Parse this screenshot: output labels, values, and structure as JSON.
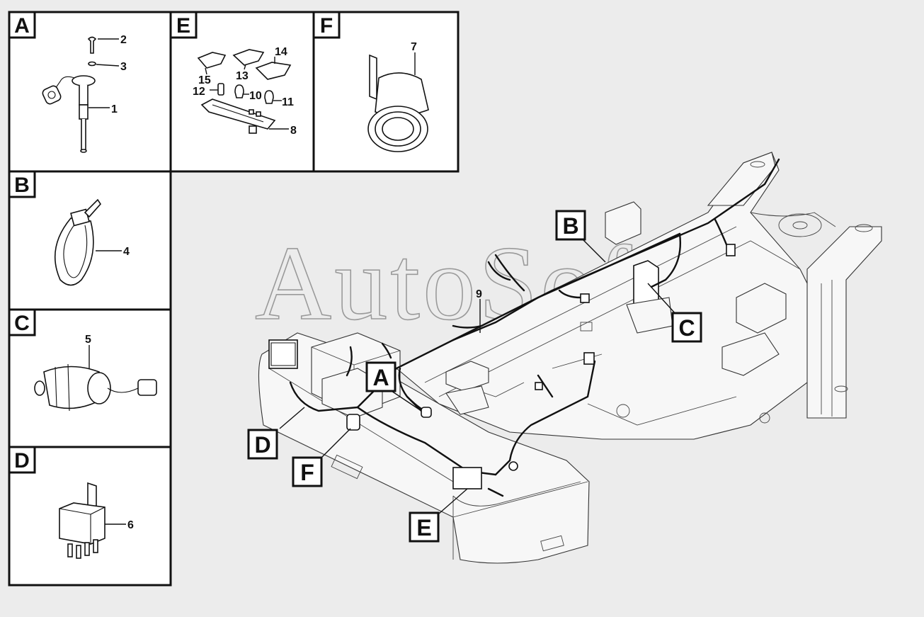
{
  "panels": {
    "A": {
      "label": "A",
      "numbers": [
        "2",
        "3",
        "1"
      ]
    },
    "B": {
      "label": "B",
      "numbers": [
        "4"
      ]
    },
    "C": {
      "label": "C",
      "numbers": [
        "5"
      ]
    },
    "D": {
      "label": "D",
      "numbers": [
        "6"
      ]
    },
    "E": {
      "label": "E",
      "numbers": [
        "14",
        "15",
        "13",
        "12",
        "10",
        "11",
        "8"
      ]
    },
    "F": {
      "label": "F",
      "numbers": [
        "7"
      ]
    }
  },
  "main": {
    "watermark": "AutoSoft",
    "wire_number": "9",
    "callouts": {
      "A": "A",
      "B": "B",
      "C": "C",
      "D": "D",
      "E": "E",
      "F": "F"
    }
  },
  "colors": {
    "line": "#111111",
    "background": "#ececec",
    "panel": "#ffffff",
    "watermark": "#9a9a9a"
  }
}
